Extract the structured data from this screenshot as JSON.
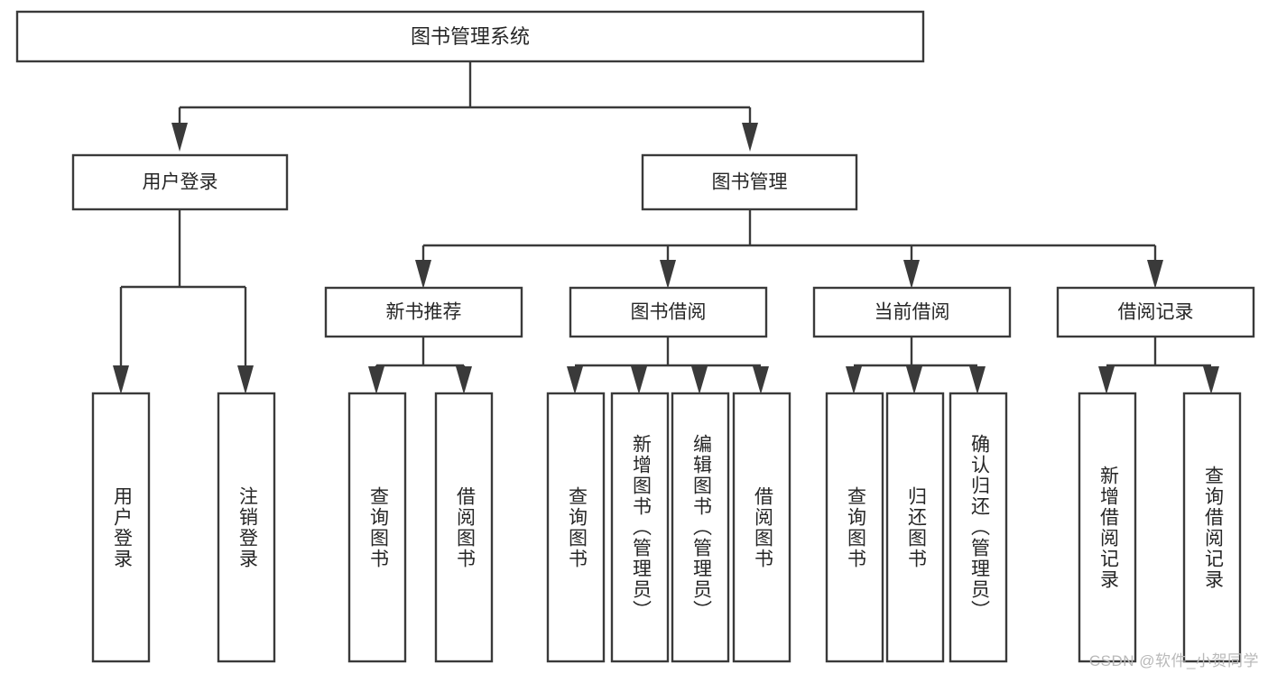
{
  "diagram": {
    "type": "tree-hierarchy",
    "title": "图书管理系统",
    "watermark": "CSDN @软件_小贺同学",
    "root": {
      "label": "图书管理系统"
    },
    "level2": [
      {
        "label": "用户登录"
      },
      {
        "label": "图书管理"
      }
    ],
    "level3": [
      {
        "label": "新书推荐"
      },
      {
        "label": "图书借阅"
      },
      {
        "label": "当前借阅"
      },
      {
        "label": "借阅记录"
      }
    ],
    "leaves": {
      "user_login": [
        {
          "label": "用户登录"
        },
        {
          "label": "注销登录"
        }
      ],
      "new_book_recommend": [
        {
          "label": "查询图书"
        },
        {
          "label": "借阅图书"
        }
      ],
      "book_borrow": [
        {
          "label": "查询图书"
        },
        {
          "label": "新增图书（管理员）"
        },
        {
          "label": "编辑图书（管理员）"
        },
        {
          "label": "借阅图书"
        }
      ],
      "current_borrow": [
        {
          "label": "查询图书"
        },
        {
          "label": "归还图书"
        },
        {
          "label": "确认归还（管理员）"
        }
      ],
      "borrow_record": [
        {
          "label": "新增借阅记录"
        },
        {
          "label": "查询借阅记录"
        }
      ]
    },
    "colors": {
      "stroke": "#3a3a3a",
      "fill": "#ffffff",
      "text": "#262626",
      "watermark": "#b9b9b9"
    }
  }
}
